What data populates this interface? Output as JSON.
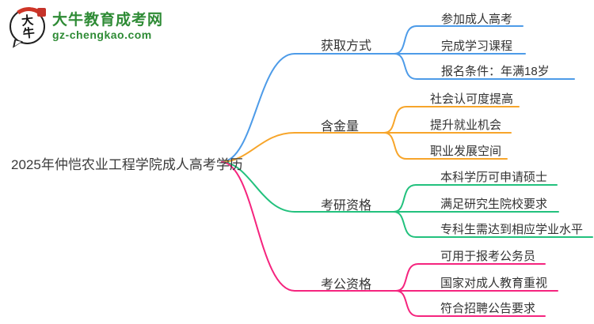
{
  "logo": {
    "title": "大牛教育成考网",
    "domain": "gz-chengkao.com",
    "icon_text": "大牛",
    "green": "#2e8b35",
    "red": "#cf3527"
  },
  "root": {
    "label": "2025年仲恺农业工程学院成人高考学历"
  },
  "branches": [
    {
      "label": "获取方式",
      "color": "#4d9be8",
      "children": [
        "参加成人高考",
        "完成学习课程",
        "报名条件：年满18岁"
      ]
    },
    {
      "label": "含金量",
      "color": "#f7a52a",
      "children": [
        "社会认可度提高",
        "提升就业机会",
        "职业发展空间"
      ]
    },
    {
      "label": "考研资格",
      "color": "#22c17d",
      "children": [
        "本科学历可申请硕士",
        "满足研究生院校要求",
        "专科生需达到相应学业水平"
      ]
    },
    {
      "label": "考公资格",
      "color": "#f5247e",
      "children": [
        "可用于报考公务员",
        "国家对成人教育重视",
        "符合招聘公告要求"
      ]
    }
  ]
}
